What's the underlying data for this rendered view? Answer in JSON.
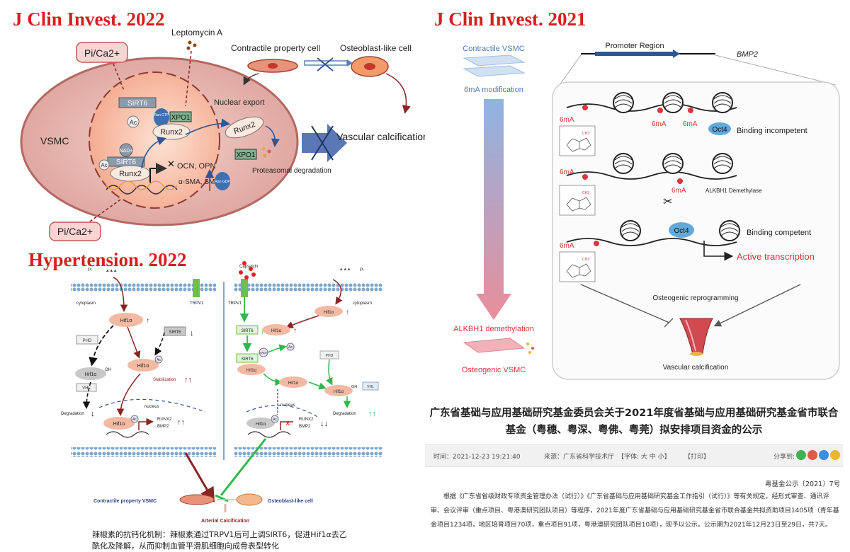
{
  "titles": {
    "jci2022": "J Clin Invest. 2022",
    "jci2021": "J Clin Invest. 2021",
    "hyp2022": "Hypertension. 2022"
  },
  "jci2022_panel": {
    "pi_ca_top": "Pi/Ca2+",
    "pi_ca_bottom": "Pi/Ca2+",
    "leptomycin": "Leptomycin A",
    "contractile_cell": "Contractile property cell",
    "osteoblast_cell": "Osteoblast-like cell",
    "vsmc": "VSMC",
    "sirt6_top": "SIRT6",
    "sirt6_bottom": "SIRT6",
    "ac_1": "Ac",
    "ac_2": "Ac",
    "nad": "NAD+",
    "ran_gtp": "Ran GTP",
    "xpo1_top": "XPO1",
    "xpo1_right": "XPO1",
    "runx2_center": "Runx2",
    "runx2_lower": "Runx2",
    "runx2_export": "Runx2",
    "nuclear_export": "Nuclear export",
    "ocn_opn": "OCN, OPN",
    "asma": "α-SMA, SM22 α",
    "ran_gdp": "Ran GDP",
    "proteasomal": "Proteasomal degradation",
    "vascular_calcification": "Vascular calcification"
  },
  "hyp2022_panel": {
    "pi_left": "Pi",
    "pi_right": "Pi",
    "capsaicin": "Capsaicin",
    "cytoplasm_left": "cytoplasm",
    "cytoplasm_right": "cytoplasm",
    "trpv1_left": "TRPV1",
    "trpv1_right": "TRPV1",
    "hif1a": "Hif1α",
    "sirt6": "SIRT6",
    "phd": "PHD",
    "vhl": "VHL",
    "oh": "OH",
    "ac": "Ac",
    "nad": "NAD+",
    "stabilization": "Stabilization",
    "degradation": "Degradation",
    "nucleus": "nucleus",
    "runx2": "RUNX2",
    "bmp2": "BMP2",
    "contractile_vsmc": "Contractile property VSMC",
    "osteoblast_cell": "Osteoblast-like cell",
    "arterial_calcification": "Arterial Calcification",
    "caption_cn": "辣椒素的抗钙化机制：辣椒素通过TRPV1后可上调SIRT6，促进Hif1α去乙酰化及降解，从而抑制血管平滑肌细胞向成骨表型转化"
  },
  "jci2021_panel": {
    "contractile_vsmc": "Contractile VSMC",
    "m6a_modification": "6mA modification",
    "promoter_region": "Promoter Region",
    "bmp2": "BMP2",
    "m6a": "6mA",
    "oct4": "Oct4",
    "binding_incompetent": "Binding incompetent",
    "alkbh1_demethylase": "ALKBH1 Demethylase",
    "binding_competent": "Binding competent",
    "active_transcription": "Active transcription",
    "osteogenic_reprogramming": "Osteogenic reprogramming",
    "vascular_calcification": "Vascular calcification",
    "alkbh1_demethylation": "ALKBH1 demethylation",
    "osteogenic_vsmc": "Osteogenic VSMC",
    "ch3": "CH3"
  },
  "notice": {
    "title": "广东省基础与应用基础研究基金委员会关于2021年度省基础与应用基础研究基金省市联合基金（粤穗、粤深、粤佛、粤莞）拟安排项目资金的公示",
    "time": "时间：2021-12-23 19:21:40",
    "source": "来源：广东省科学技术厅",
    "font_size": "【字体: 大 中 小】",
    "print": "【打印】",
    "share": "分享到:",
    "doc_number": "粤基金公示〔2021〕7号",
    "paragraph": "根据《广东省省级财政专项资金管理办法（试行）》《广东省基础与应用基础研究基金工作指引（试行）》等有关规定，经形式审查、通讯评审、会议评审（重点项目、粤港澳研究团队项目）等程序，2021年度广东省基础与应用基础研究基金省市联合基金共拟资助项目1405项（青年基金项目1234项，地区培育项目70项，重点项目91项，粤港澳研究团队项目10项），现予以公示。公示期为2021年12月23日至29日，共7天。"
  },
  "colors": {
    "title_red": "#d81e1e",
    "cell_pink": "#e9b4b0",
    "nucleus_salmon": "#f6b9a4",
    "hif_bubble": "#f4b9a3",
    "arrow_red": "#8b2323",
    "arrow_green": "#2eb84a",
    "arrow_blue": "#2f5597",
    "active_red": "#d9363e"
  }
}
